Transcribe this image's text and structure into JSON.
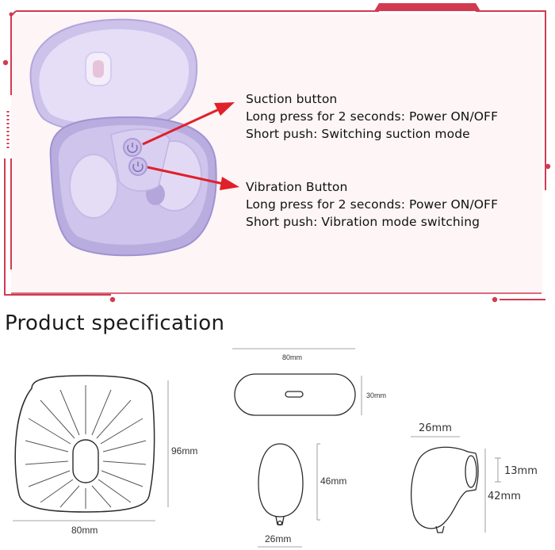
{
  "colors": {
    "accent": "#d23a52",
    "frame_bg": "#fdf5f6",
    "device": "#c9bde6",
    "arrow": "#e0202a"
  },
  "callouts": {
    "suction": {
      "title": "Suction button",
      "line1": "Long press for 2 seconds: Power ON/OFF",
      "line2": "Short push: Switching suction mode"
    },
    "vibration": {
      "title": "Vibration Button",
      "line1": "Long press for 2 seconds: Power ON/OFF",
      "line2": "Short push: Vibration mode switching"
    }
  },
  "spec": {
    "heading": "Product specification",
    "case_top_width": "80mm",
    "case_top_height": "96mm",
    "case_top_width_bottom": "80mm",
    "case_side_width": "80mm",
    "case_side_height": "30mm",
    "egg_height": "46mm",
    "egg_width": "26mm",
    "sucker_width": "26mm",
    "sucker_opening": "13mm",
    "sucker_height": "42mm"
  },
  "icons": [
    "power-button-icon",
    "arrow-icon",
    "usb-c-port-icon"
  ]
}
